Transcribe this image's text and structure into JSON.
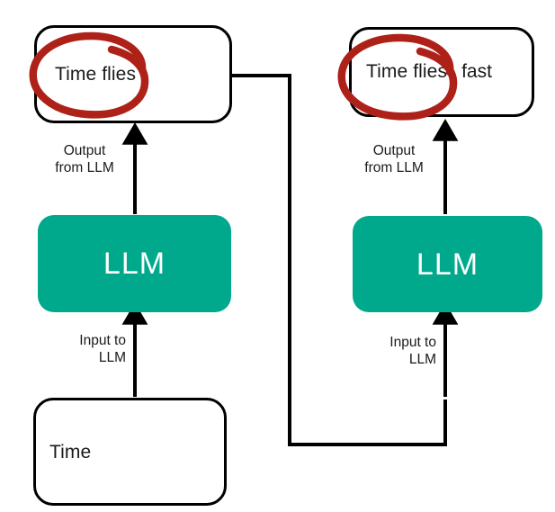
{
  "diagram": {
    "title": "LLM autoregressive text generation loop",
    "colors": {
      "llm_fill": "#00a98c",
      "llm_text": "#ffffff",
      "box_stroke": "#000000",
      "annotation_red": "#ad2118",
      "background": "#ffffff",
      "text": "#1a1a1a"
    },
    "nodes": {
      "input_box": {
        "label": "Time",
        "role": "initial-prompt"
      },
      "llm_left": {
        "label": "LLM"
      },
      "llm_right": {
        "label": "LLM"
      },
      "output_box_left": {
        "circled_text": "Time flies",
        "extra_text": ""
      },
      "output_box_right": {
        "circled_text": "Time flies",
        "extra_text": "fast"
      }
    },
    "edges": {
      "input_to_llm_left": {
        "line1": "Input to",
        "line2": "LLM"
      },
      "output_from_llm_left": {
        "line1": "Output",
        "line2": "from LLM"
      },
      "input_to_llm_right": {
        "line1": "Input to",
        "line2": "LLM"
      },
      "output_from_llm_right": {
        "line1": "Output",
        "line2": "from LLM"
      },
      "feedback": {
        "label": ""
      }
    },
    "annotations": {
      "circle_left": "hand-drawn-red-ellipse",
      "circle_right": "hand-drawn-red-ellipse"
    }
  }
}
